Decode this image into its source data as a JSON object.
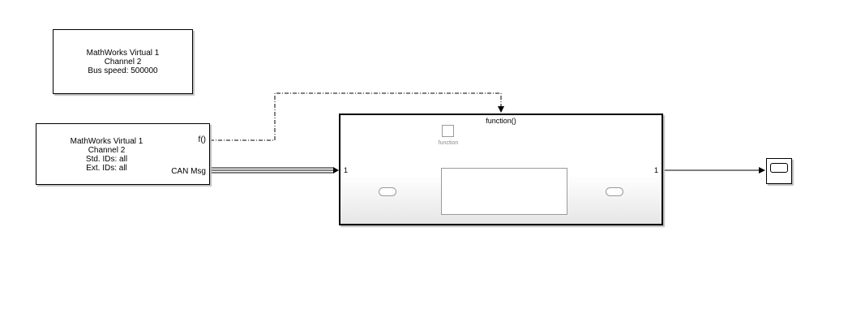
{
  "config_block": {
    "lines": [
      "MathWorks Virtual 1",
      "Channel 2",
      "Bus speed: 500000"
    ]
  },
  "receive_block": {
    "lines": [
      "MathWorks Virtual 1",
      "Channel 2",
      "Std. IDs: all",
      "Ext. IDs: all"
    ],
    "port_f": "f()",
    "port_msg": "CAN Msg"
  },
  "subsystem": {
    "title": "function()",
    "in_port_number": "1",
    "out_port_number": "1",
    "trigger_label": "function"
  },
  "scope": {}
}
